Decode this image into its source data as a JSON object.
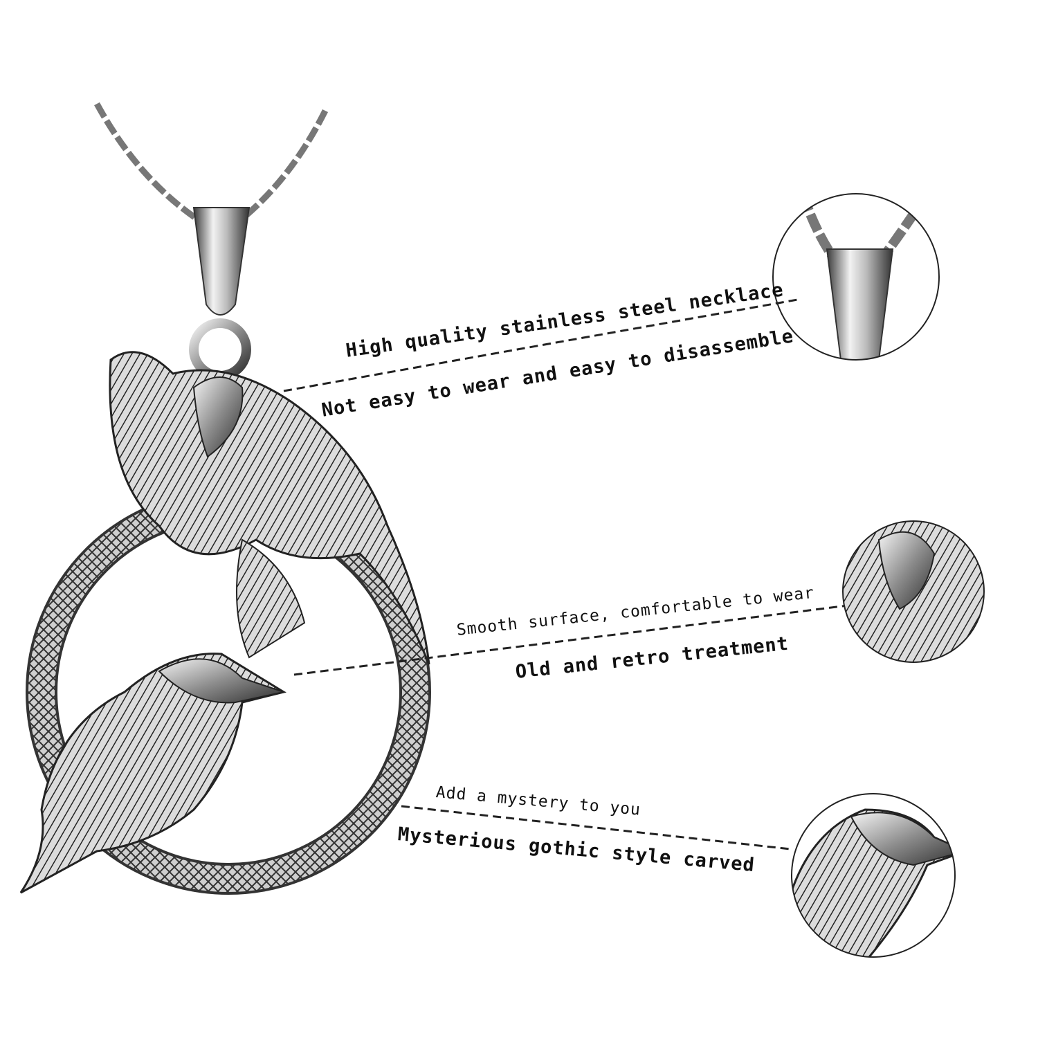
{
  "product": {
    "features": [
      {
        "title": "High quality stainless steel necklace",
        "subtitle": "Not easy to wear and easy to disassemble",
        "detail": "bail-and-chain"
      },
      {
        "title": "Smooth surface, comfortable to wear",
        "subtitle": "Old and retro treatment",
        "detail": "upper-bird-head"
      },
      {
        "title": "Add a mystery to you",
        "subtitle": "Mysterious gothic style carved",
        "detail": "lower-bird-head"
      }
    ]
  },
  "colors": {
    "metal_light": "#e6e6e6",
    "metal_mid": "#9a9a9a",
    "metal_dark": "#2a2a2a",
    "line": "#222222"
  }
}
